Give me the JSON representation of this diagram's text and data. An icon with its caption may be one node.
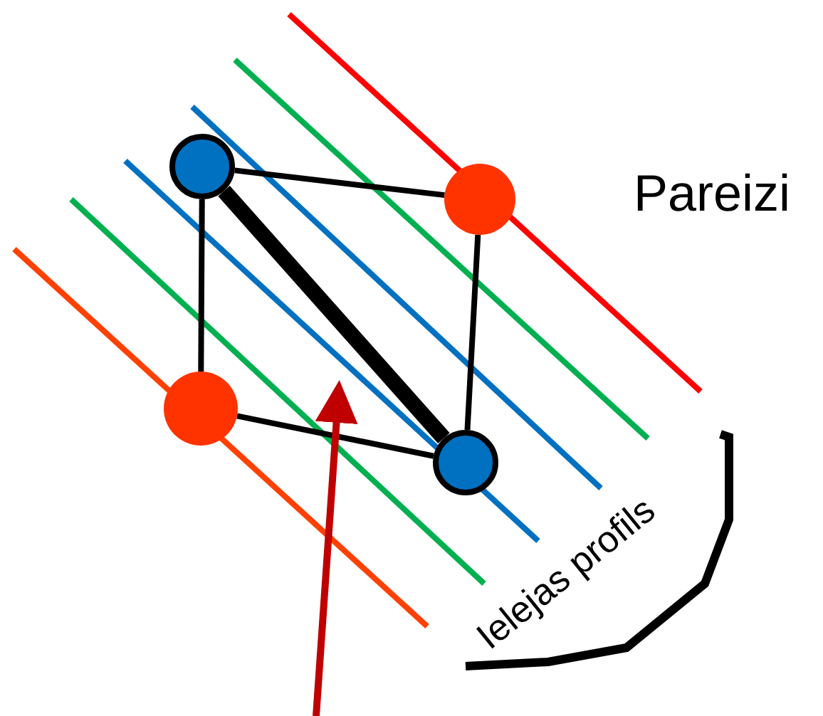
{
  "diagram": {
    "nodes": [
      {
        "text": [],
        "shape": "circle"
      },
      {
        "text": [],
        "shape": "circle"
      },
      {
        "text": [],
        "shape": "circle"
      },
      {
        "text": [],
        "shape": "circle"
      }
    ],
    "edges": [
      {
        "from": 0,
        "to": 1,
        "arrow": "none"
      },
      {
        "from": 0,
        "to": 2,
        "arrow": "none"
      },
      {
        "from": 1,
        "to": 3,
        "arrow": "none"
      },
      {
        "from": 2,
        "to": 3,
        "arrow": "none"
      },
      {
        "from": 0,
        "to": 3,
        "arrow": "none",
        "style": "thick"
      }
    ],
    "labels": [
      "Pareizi",
      "Ielejas profils"
    ]
  }
}
